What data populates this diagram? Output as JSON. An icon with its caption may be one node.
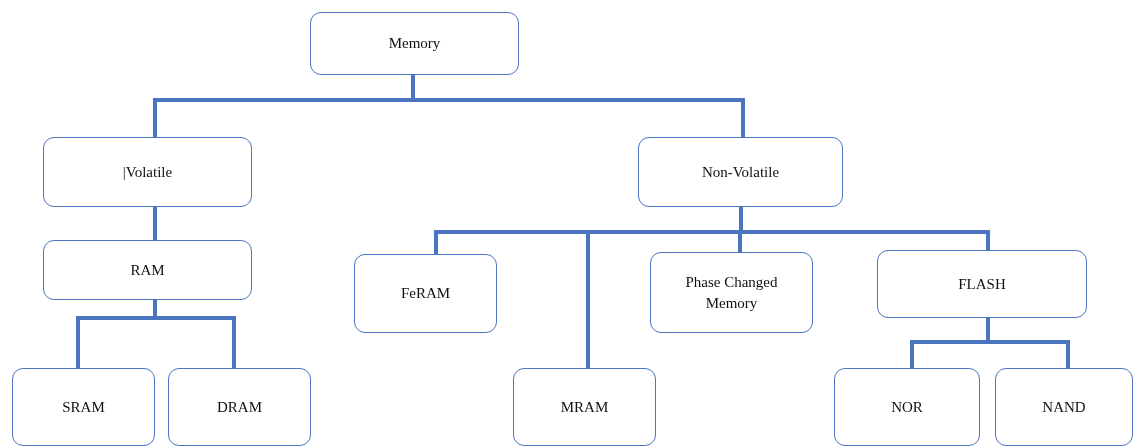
{
  "diagram": {
    "nodes": [
      {
        "text": [
          "Memory"
        ]
      },
      {
        "text": [
          "|Volatile"
        ]
      },
      {
        "text": [
          "Non-Volatile"
        ]
      },
      {
        "text": [
          "RAM"
        ]
      },
      {
        "text": [
          "FeRAM"
        ]
      },
      {
        "text": [
          "Phase Changed Memory"
        ]
      },
      {
        "text": [
          "FLASH"
        ]
      },
      {
        "text": [
          "SRAM"
        ]
      },
      {
        "text": [
          "DRAM"
        ]
      },
      {
        "text": [
          "MRAM"
        ]
      },
      {
        "text": [
          "NOR"
        ]
      },
      {
        "text": [
          "NAND"
        ]
      }
    ],
    "edges": [
      {
        "from": 0,
        "to": 1,
        "arrow": "none"
      },
      {
        "from": 0,
        "to": 2,
        "arrow": "none"
      },
      {
        "from": 1,
        "to": 3,
        "arrow": "none"
      },
      {
        "from": 2,
        "to": 4,
        "arrow": "none"
      },
      {
        "from": 2,
        "to": 9,
        "arrow": "none"
      },
      {
        "from": 2,
        "to": 5,
        "arrow": "none"
      },
      {
        "from": 2,
        "to": 6,
        "arrow": "none"
      },
      {
        "from": 3,
        "to": 7,
        "arrow": "none"
      },
      {
        "from": 3,
        "to": 8,
        "arrow": "none"
      },
      {
        "from": 6,
        "to": 10,
        "arrow": "none"
      },
      {
        "from": 6,
        "to": 11,
        "arrow": "none"
      }
    ]
  }
}
